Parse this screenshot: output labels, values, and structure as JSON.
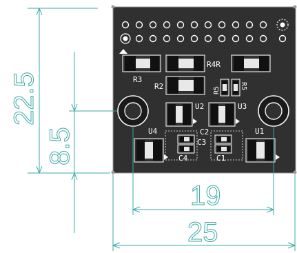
{
  "dimensions": {
    "height_total": "22.5",
    "height_hole": "8.5",
    "width_holes": "19",
    "width_total": "25"
  },
  "silkscreen": {
    "r3": "R3",
    "r2": "R2",
    "r4r": "R4R",
    "r5_left": "R5",
    "r5_right": "R5",
    "u2": "U2",
    "u3": "U3",
    "u4": "U4",
    "u1": "U1",
    "c2": "C2",
    "c3": "C3",
    "c4": "C4",
    "c1": "C1"
  },
  "colors": {
    "board": "#303030",
    "dimension": "#3aa8a8",
    "silkscreen": "#ffffff",
    "component_body": "#111111"
  }
}
